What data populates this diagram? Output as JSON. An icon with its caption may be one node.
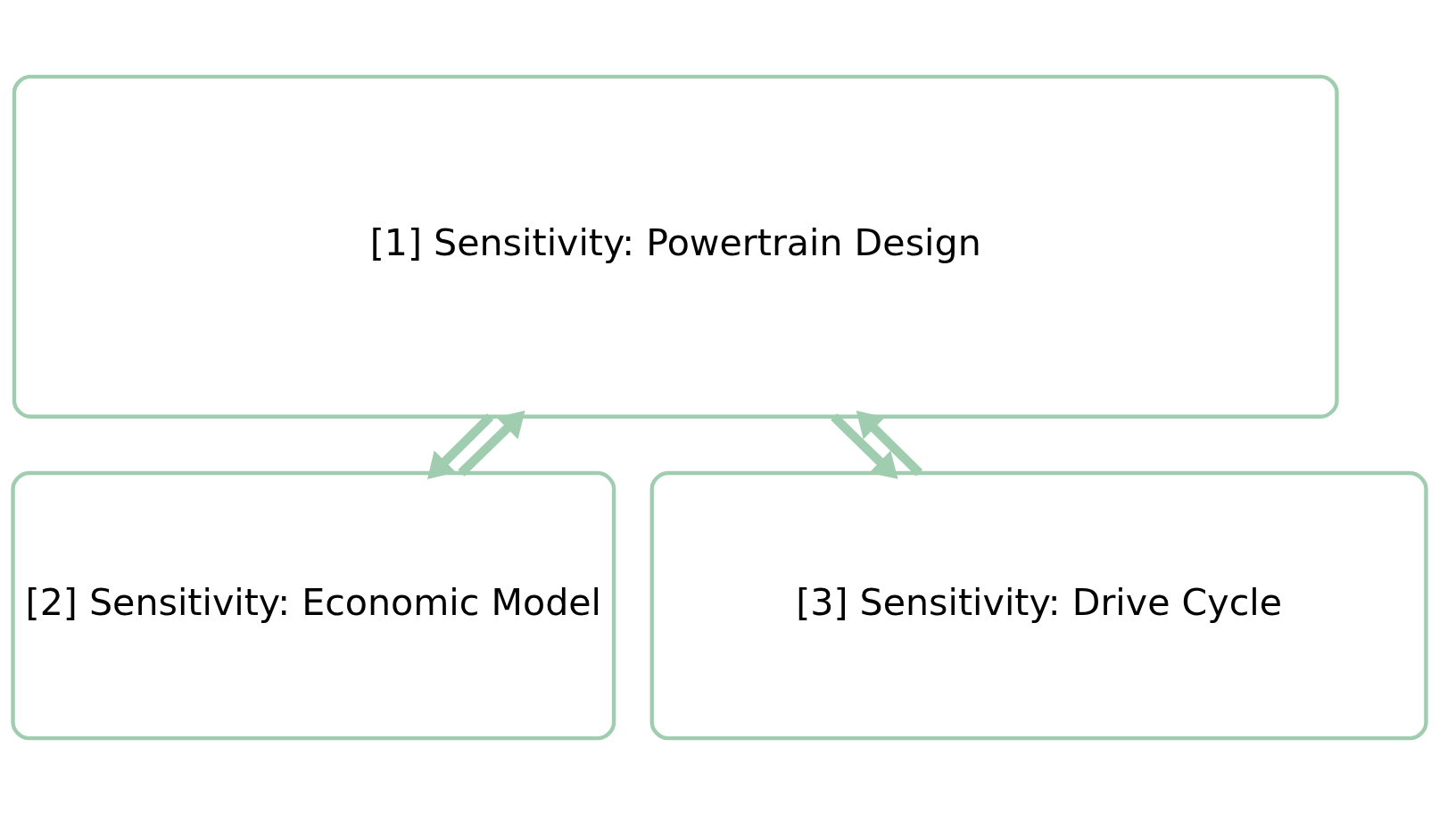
{
  "diagram": {
    "nodes": [
      {
        "text": [
          "[1] Sensitivity: Powertrain Design"
        ]
      },
      {
        "text": [
          "[2] Sensitivity: Economic Model"
        ]
      },
      {
        "text": [
          "[3] Sensitivity: Drive Cycle"
        ]
      }
    ],
    "edges": [
      {
        "from": 0,
        "to": 1,
        "arrow": "to"
      },
      {
        "from": 1,
        "to": 0,
        "arrow": "to"
      },
      {
        "from": 0,
        "to": 2,
        "arrow": "to"
      },
      {
        "from": 2,
        "to": 0,
        "arrow": "to"
      }
    ]
  }
}
